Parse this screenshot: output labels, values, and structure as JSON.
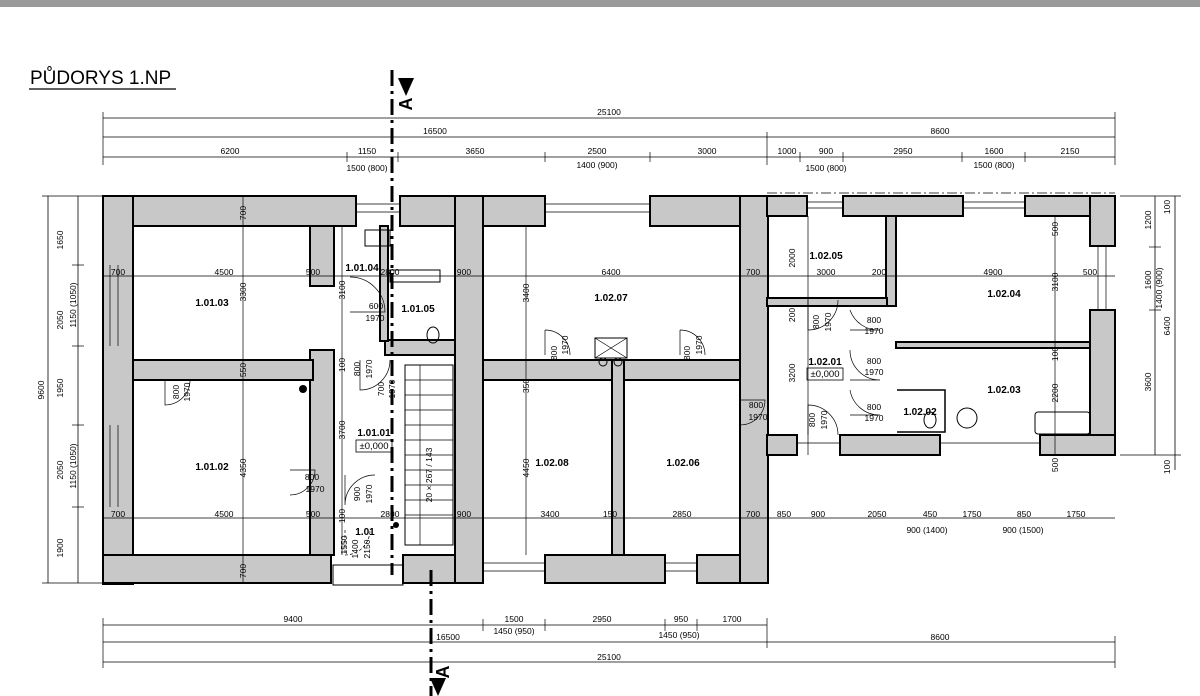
{
  "title": "PŮDORYS 1.NP",
  "section_marker": "A",
  "top_dims": {
    "overall": "25100",
    "left_block": "16500",
    "right_block": "8600",
    "row3": [
      "6200",
      "1150",
      "3650",
      "2500",
      "3000",
      "1000",
      "900",
      "2950",
      "1600",
      "2150"
    ],
    "windows": [
      "1500 (800)",
      "1400 (900)",
      "1500 (800)",
      "1500 (800)"
    ]
  },
  "bottom_dims": {
    "row1": [
      "9400",
      "1500",
      "2950",
      "950",
      "1700"
    ],
    "windows": [
      "1450 (950)",
      "1450 (950)"
    ],
    "left_block": "16500",
    "right_block": "8600",
    "overall": "25100"
  },
  "left_dims": {
    "outer": "9600",
    "segments": [
      "1650",
      "2050",
      "1950",
      "2050",
      "1900"
    ],
    "windows": [
      "1150 (1050)",
      "1150 (1050)"
    ]
  },
  "right_dims": {
    "outer": "6400",
    "segments": [
      "1200",
      "1600",
      "3600"
    ],
    "window": "1400 (900)",
    "small": [
      "100",
      "100"
    ]
  },
  "interior_dims": {
    "row_upper": [
      "700",
      "4500",
      "500",
      "2800",
      "900",
      "6400",
      "700",
      "3000",
      "200",
      "4900",
      "500"
    ],
    "row_lower": [
      "700",
      "4500",
      "500",
      "2800",
      "900",
      "3400",
      "150",
      "2850",
      "700",
      "850",
      "900",
      "2050",
      "450",
      "1750",
      "850",
      "1750"
    ],
    "row_lower_windows": [
      "900 (1400)",
      "900 (1500)"
    ],
    "vertical": [
      "700",
      "3300",
      "550",
      "4350",
      "700",
      "3100",
      "100",
      "3700",
      "100",
      "3400",
      "350",
      "4450",
      "2000",
      "200",
      "3200",
      "500",
      "3100",
      "100",
      "2200",
      "500",
      "1550"
    ]
  },
  "rooms": [
    {
      "id": "1.01.03"
    },
    {
      "id": "1.01.04"
    },
    {
      "id": "1.01.05"
    },
    {
      "id": "1.01.02"
    },
    {
      "id": "1.01.01",
      "level": "±0,000"
    },
    {
      "id": "1.01"
    },
    {
      "id": "1.02.07"
    },
    {
      "id": "1.02.08"
    },
    {
      "id": "1.02.06"
    },
    {
      "id": "1.02.05"
    },
    {
      "id": "1.02.04"
    },
    {
      "id": "1.02.01",
      "level": "±0,000"
    },
    {
      "id": "1.02.03"
    },
    {
      "id": "1.02.02"
    }
  ],
  "doors": {
    "d_800": "800",
    "d_1970": "1970",
    "d_600": "600",
    "d_900": "900",
    "d_1400": "1400",
    "d_2150": "2150"
  },
  "stair": "20 × 267 / 143"
}
